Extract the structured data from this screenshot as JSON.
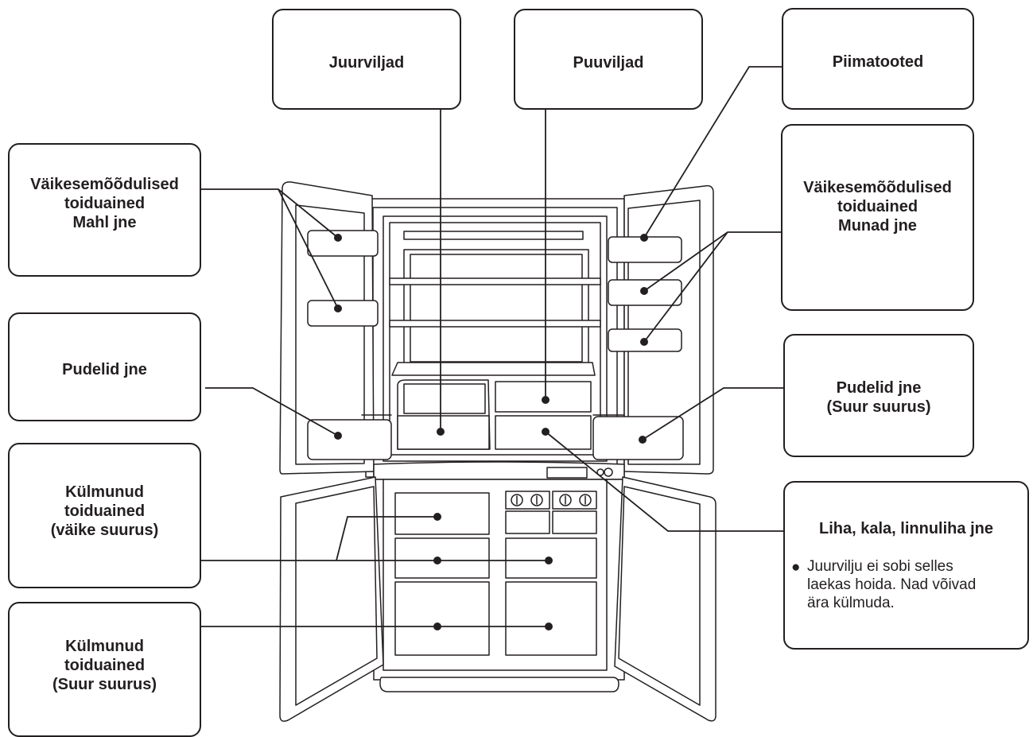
{
  "labels": {
    "juurviljad": "Juurviljad",
    "puuviljad": "Puuviljad",
    "piimatooted": "Piimatooted",
    "small_left": [
      "Väikesemõõdulised",
      "toiduained",
      "Mahl jne"
    ],
    "small_right": [
      "Väikesemõõdulised",
      "toiduained",
      "Munad jne"
    ],
    "pudelid_left": "Pudelid jne",
    "pudelid_right": [
      "Pudelid jne",
      "(Suur suurus)"
    ],
    "frozen_small": [
      "Külmunud",
      "toiduained",
      "(väike suurus)"
    ],
    "frozen_large": [
      "Külmunud",
      "toiduained",
      "(Suur suurus)"
    ],
    "meat": {
      "title": "Liha, kala, linnuliha jne",
      "bullet": "●",
      "note_lines": [
        "Juurvilju ei sobi selles",
        "laekas hoida. Nad võivad",
        "ära külmuda."
      ]
    }
  },
  "colors": {
    "ink": "#231f20",
    "fill": "#ffffff"
  }
}
